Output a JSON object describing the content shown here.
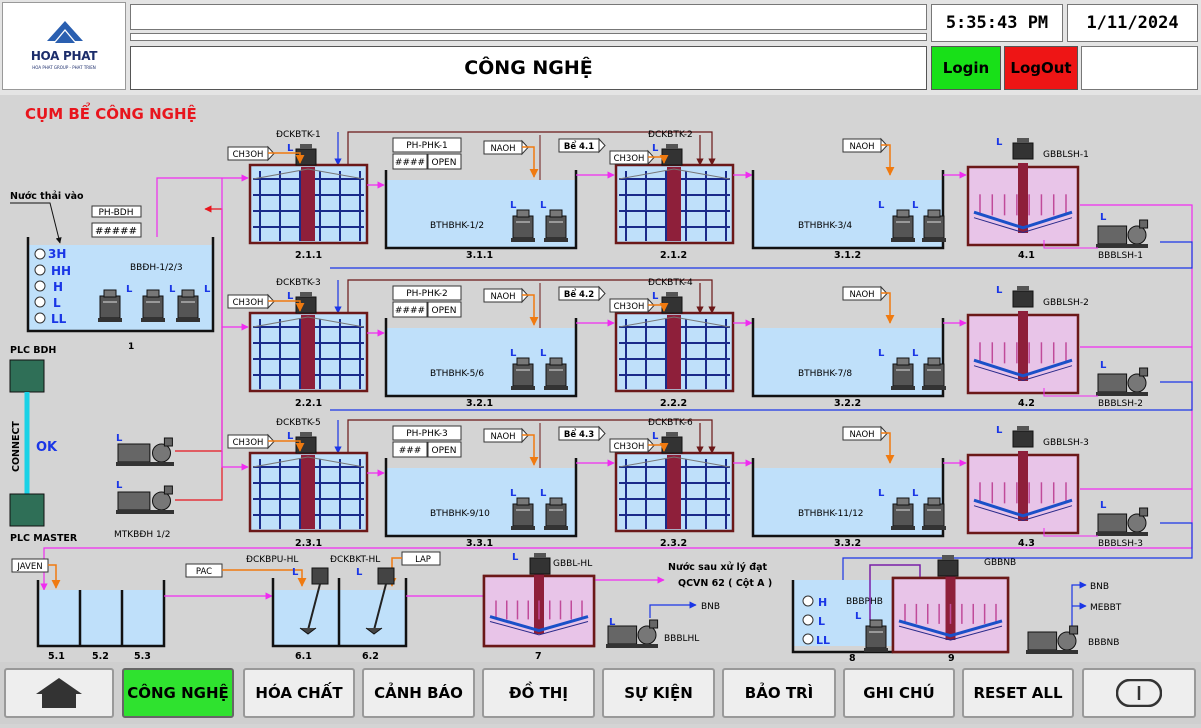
{
  "header": {
    "company": "HOA PHAT",
    "company_sub": "HOA PHAT GROUP - PHAT TRIEN",
    "title": "CÔNG NGHỆ",
    "time": "5:35:43 PM",
    "date": "1/11/2024",
    "login_label": "Login",
    "logout_label": "LogOut"
  },
  "section_title": "CỤM BỂ CÔNG NGHỆ",
  "diagram": {
    "inlet_label": "Nước thải vào",
    "ph_bdh": {
      "label": "PH-BDH",
      "value": "#####"
    },
    "tank1": {
      "id": "1",
      "pump_label": "BBĐH-1/2/3",
      "levels": [
        "3H",
        "HH",
        "H",
        "L",
        "LL"
      ]
    },
    "plc": {
      "top": "PLC BDH",
      "bottom": "PLC MASTER",
      "connect": "CONNECT",
      "status": "OK"
    },
    "mtk_label": "MTKBĐH 1/2",
    "lines": [
      {
        "dck": "ĐCKBTK-1",
        "ch3oh": "CH3OH",
        "ph_label": "PH-PHK-1",
        "ph_value": "####",
        "ph_state": "OPEN",
        "naoh_a": "NAOH",
        "be": "Bể 4.1",
        "ch3oh_b": "CH3OH",
        "dck_b": "ĐCKBTK-2",
        "naoh_b": "NAOH",
        "pump_a": "BTHBHK-1/2",
        "pump_b": "BTHBHK-3/4",
        "t1": "2.1.1",
        "t2": "3.1.1",
        "t3": "2.1.2",
        "t4": "3.1.2",
        "t5": "4.1",
        "gbb": "GBBLSH-1",
        "bbb": "BBBLSH-1"
      },
      {
        "dck": "ĐCKBTK-3",
        "ch3oh": "CH3OH",
        "ph_label": "PH-PHK-2",
        "ph_value": "####",
        "ph_state": "OPEN",
        "naoh_a": "NAOH",
        "be": "Bể 4.2",
        "ch3oh_b": "CH3OH",
        "dck_b": "ĐCKBTK-4",
        "naoh_b": "NAOH",
        "pump_a": "BTHBHK-5/6",
        "pump_b": "BTHBHK-7/8",
        "t1": "2.2.1",
        "t2": "3.2.1",
        "t3": "2.2.2",
        "t4": "3.2.2",
        "t5": "4.2",
        "gbb": "GBBLSH-2",
        "bbb": "BBBLSH-2"
      },
      {
        "dck": "ĐCKBTK-5",
        "ch3oh": "CH3OH",
        "ph_label": "PH-PHK-3",
        "ph_value": "###",
        "ph_state": "OPEN",
        "naoh_a": "NAOH",
        "be": "Bể 4.3",
        "ch3oh_b": "CH3OH",
        "dck_b": "ĐCKBTK-6",
        "naoh_b": "NAOH",
        "pump_a": "BTHBHK-9/10",
        "pump_b": "BTHBHK-11/12",
        "t1": "2.3.1",
        "t2": "3.3.1",
        "t3": "2.3.2",
        "t4": "3.3.2",
        "t5": "4.3",
        "gbb": "GBBLSH-3",
        "bbb": "BBBLSH-3"
      }
    ],
    "bottom": {
      "javen": "JAVEN",
      "t51": "5.1",
      "t52": "5.2",
      "t53": "5.3",
      "pac": "PAC",
      "dckbpu": "ĐCKBPU-HL",
      "dckbkt": "ĐCKBKT-HL",
      "lap": "LAP",
      "t61": "6.1",
      "t62": "6.2",
      "gbbl": "GBBL-HL",
      "t7": "7",
      "bbbl": "BBBLHL",
      "bnb7": "BNB",
      "out_1": "Nước sau xử lý đạt",
      "out_2": "QCVN 62 ( Cột A )",
      "bbbphb": "BBBPHB",
      "gbbnb": "GBBNB",
      "t8": "8",
      "t9": "9",
      "bnb": "BNB",
      "mebbt": "MEBBT",
      "bbbnb": "BBBNB",
      "levels8": [
        "H",
        "L",
        "LL"
      ]
    },
    "level_mark": "L"
  },
  "nav": {
    "items": [
      "CÔNG NGHỆ",
      "HÓA CHẤT",
      "CẢNH BÁO",
      "ĐỒ THỊ",
      "SỰ KIỆN",
      "BẢO TRÌ",
      "GHI CHÚ",
      "RESET ALL"
    ],
    "active": "CÔNG NGHỆ"
  },
  "colors": {
    "water": "#bfe0fa",
    "pipe_magenta": "#f02cf0",
    "pipe_blue": "#1a36e6",
    "pipe_red": "#e8151d",
    "pipe_dark": "#6b1818",
    "dose_orange": "#f07a10",
    "ok_blue": "#1a36e6",
    "active_green": "#2fe22f"
  }
}
